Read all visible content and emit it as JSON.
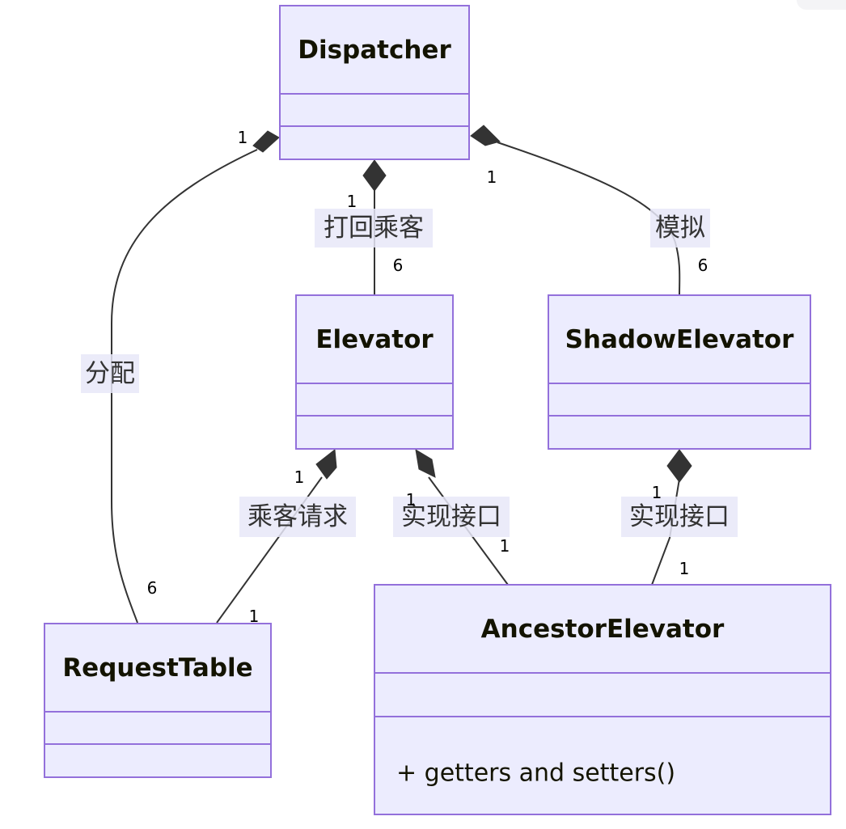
{
  "classes": {
    "dispatcher": {
      "name": "Dispatcher"
    },
    "elevator": {
      "name": "Elevator"
    },
    "shadow_elevator": {
      "name": "ShadowElevator"
    },
    "request_table": {
      "name": "RequestTable"
    },
    "ancestor_elevator": {
      "name": "AncestorElevator",
      "methods": [
        "+ getters and setters()"
      ]
    }
  },
  "relations": [
    {
      "id": "dispatcher-requesttable",
      "type": "composition",
      "label": "分配",
      "from_card": "1",
      "to_card": "6"
    },
    {
      "id": "dispatcher-elevator",
      "type": "composition",
      "label": "打回乘客",
      "from_card": "1",
      "to_card": "6"
    },
    {
      "id": "dispatcher-shadowelevator",
      "type": "composition",
      "label": "模拟",
      "from_card": "1",
      "to_card": "6"
    },
    {
      "id": "elevator-requesttable",
      "type": "composition",
      "label": "乘客请求",
      "from_card": "1",
      "to_card": "1"
    },
    {
      "id": "elevator-ancestorelevator",
      "type": "composition",
      "label": "实现接口",
      "from_card": "1",
      "to_card": "1"
    },
    {
      "id": "shadowelevator-ancestorelevator",
      "type": "composition",
      "label": "实现接口",
      "from_card": "1",
      "to_card": "1"
    }
  ],
  "colors": {
    "box_fill": "#ececfe",
    "box_stroke": "#9370db",
    "edge": "#333333"
  }
}
